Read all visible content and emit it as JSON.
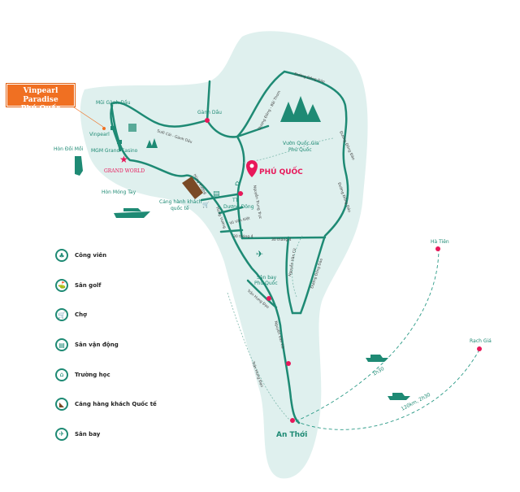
{
  "callout": {
    "line1": "Vinpearl Paradise",
    "line2": "Phú Quốc"
  },
  "colors": {
    "road": "#1e8a74",
    "land": "#dff0ee",
    "poi": "#e8185a",
    "callout": "#f07022"
  },
  "places": {
    "mui_ganh_dau": "Mũi Gành Dầu",
    "ganh_dau": "Gành Dầu",
    "vinpearl": "Vinpearl",
    "hon_doi_moi": "Hòn Đồi Mồi",
    "mgm": "MGM Grand Casino",
    "grand_world": "GRAND WORLD",
    "hon_mong_tay": "Hòn Móng Tay",
    "cang_line1": "Cảng hành khách",
    "cang_line2": "quốc tế",
    "tt_line1": "TT",
    "tt_line2": "Dương Đông",
    "phu_quoc": "PHÚ QUỐC",
    "vuon_line1": "Vườn Quốc Gia",
    "vuon_line2": "Phú Quốc",
    "sanbay_line1": "Sân bay",
    "sanbay_line2": "Phú Quốc",
    "an_thoi": "An Thới",
    "ha_tien": "Hà Tiên",
    "rach_gia": "Rạch Giá"
  },
  "roads": {
    "suoi_cai": "Suối Cái - Gành Dầu",
    "duong_dong_bai_thom": "Dương Đông - Bãi Thơm",
    "dong_dao_1": "Đường Đông Đảo",
    "dong_dao_2": "Đường Đông Đảo",
    "dong_dao_3": "Đường Đông Đảo",
    "dong_dao_4": "Đường Đông Đảo",
    "hung_vuong_1": "Hùng Vương",
    "hung_vuong_2": "Hùng Vương",
    "nguyen_trung_truc": "Nguyễn Trung Trực",
    "vo_van_kiet": "Võ Văn Kiệt",
    "ba_muoi_thang_tu_1": "30 tháng 4",
    "ba_muoi_thang_tu_2": "30 tháng 4",
    "nguyen_van_cu_1": "Nguyễn Văn Cừ",
    "nguyen_van_cu_2": "Nguyễn Văn Cừ",
    "tran_hung_dao_1": "Trần Hưng Đạo",
    "tran_hung_dao_2": "Trần Hưng Đạo"
  },
  "routes": {
    "ha_tien": "1h30",
    "rach_gia": "120km, 2h30"
  },
  "legend": [
    {
      "icon": "park-icon",
      "glyph": "♣",
      "label": "Công viên"
    },
    {
      "icon": "golf-icon",
      "glyph": "⛳",
      "label": "Sân golf"
    },
    {
      "icon": "cart-icon",
      "glyph": "🛒",
      "label": "Chợ"
    },
    {
      "icon": "stadium-icon",
      "glyph": "▤",
      "label": "Sân vận động"
    },
    {
      "icon": "school-icon",
      "glyph": "⌂",
      "label": "Trường học"
    },
    {
      "icon": "pier-icon",
      "glyph": "◣",
      "label": "Cảng hàng khách Quốc tế"
    },
    {
      "icon": "airport-icon",
      "glyph": "✈",
      "label": "Sân bay"
    }
  ]
}
